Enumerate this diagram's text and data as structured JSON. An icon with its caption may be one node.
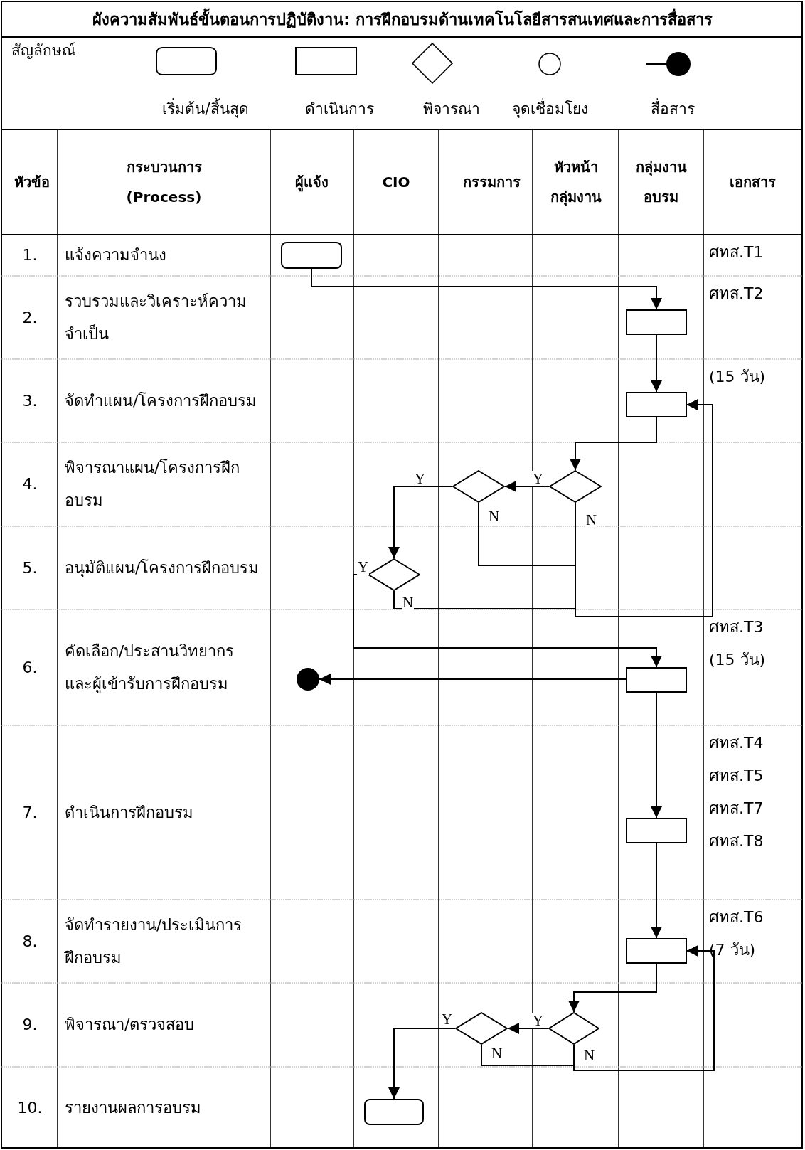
{
  "diagram": {
    "title": "ผังความสัมพันธ์ขั้นตอนการปฏิบัติงาน: การฝึกอบรมด้านเทคโนโลยีสารสนเทศและการสื่อสาร",
    "nodes": [
      {
        "text": [],
        "shape": "terminal"
      },
      {
        "text": [],
        "shape": "box"
      },
      {
        "text": [],
        "shape": "box"
      },
      {
        "text": [],
        "shape": "diamond"
      },
      {
        "text": [],
        "shape": "diamond"
      },
      {
        "text": [],
        "shape": "diamond"
      },
      {
        "text": [],
        "shape": "box"
      },
      {
        "text": [],
        "shape": "circle"
      },
      {
        "text": [],
        "shape": "box"
      },
      {
        "text": [],
        "shape": "box"
      },
      {
        "text": [],
        "shape": "diamond"
      },
      {
        "text": [],
        "shape": "diamond"
      },
      {
        "text": [],
        "shape": "terminal"
      }
    ],
    "edges": [
      {
        "from": 0,
        "to": 1,
        "arrow": "to"
      },
      {
        "from": 1,
        "to": 2,
        "arrow": "to"
      },
      {
        "from": 2,
        "to": 3,
        "arrow": "to"
      },
      {
        "from": 3,
        "to": 4,
        "arrow": "to",
        "label": "Y"
      },
      {
        "from": 4,
        "to": 5,
        "arrow": "to",
        "label": "Y"
      },
      {
        "from": 4,
        "to": 2,
        "arrow": "to",
        "label": "N"
      },
      {
        "from": 3,
        "to": 2,
        "arrow": "to",
        "label": "N"
      },
      {
        "from": 5,
        "to": 2,
        "arrow": "to",
        "label": "N"
      },
      {
        "from": 5,
        "to": 6,
        "arrow": "to",
        "label": "Y"
      },
      {
        "from": 6,
        "to": 7,
        "arrow": "to"
      },
      {
        "from": 6,
        "to": 8,
        "arrow": "to"
      },
      {
        "from": 8,
        "to": 9,
        "arrow": "to"
      },
      {
        "from": 9,
        "to": 10,
        "arrow": "to"
      },
      {
        "from": 10,
        "to": 11,
        "arrow": "to",
        "label": "Y"
      },
      {
        "from": 11,
        "to": 12,
        "arrow": "to",
        "label": "Y"
      },
      {
        "from": 11,
        "to": 9,
        "arrow": "to",
        "label": "N"
      },
      {
        "from": 10,
        "to": 9,
        "arrow": "to",
        "label": "N"
      }
    ],
    "labels": [
      "สัญลักษณ์",
      "หัวข้อ",
      "กระบวนการ (Process)",
      "ผู้แจ้ง",
      "CIO",
      "กรรมการ",
      "หัวหน้ากลุ่มงาน",
      "กลุ่มงานอบรม",
      "เอกสาร",
      "1.",
      "แจ้งความจำนง",
      "ศทส.T1",
      "2.",
      "รวบรวมและวิเคราะห์ความจำเป็น",
      "ศทส.T2",
      "3.",
      "จัดทำแผน/โครงการฝึกอบรม",
      "(15 วัน)",
      "4.",
      "พิจารณาแผน/โครงการฝึกอบรม",
      "5.",
      "อนุมัติแผน/โครงการฝึกอบรม",
      "6.",
      "คัดเลือก/ประสานวิทยากรและผู้เข้ารับการฝึกอบรม",
      "ศทส.T3 (15 วัน)",
      "7.",
      "ดำเนินการฝึกอบรม",
      "ศทส.T4 ศทส.T5 ศทส.T7 ศทส.T8",
      "8.",
      "จัดทำรายงาน/ประเมินการฝึกอบรม",
      "ศทส.T6 (7 วัน)",
      "9.",
      "พิจารณา/ตรวจสอบ",
      "10.",
      "รายงานผลการอบรม"
    ],
    "legend": [
      {
        "text": "เริ่มต้น/สิ้นสุด"
      },
      {
        "text": "ดำเนินการ"
      },
      {
        "text": "พิจารณา"
      },
      {
        "text": "จุดเชื่อมโยง"
      },
      {
        "text": "สื่อสาร"
      }
    ]
  }
}
